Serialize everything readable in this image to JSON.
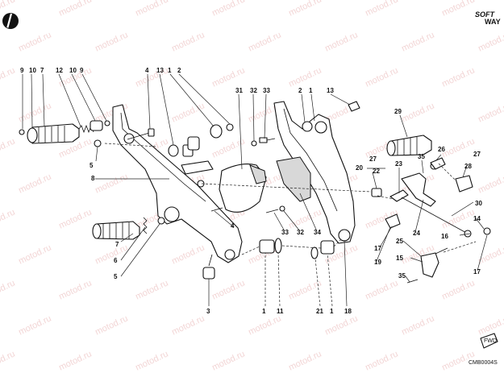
{
  "brand": {
    "top": "SOFT",
    "bottom": "WAY"
  },
  "watermark": "motod.ru",
  "drawing_code": "CMB0004S",
  "fwd_label": "FWD",
  "labels": [
    "9",
    "10",
    "7",
    "12",
    "10",
    "9",
    "4",
    "13",
    "1",
    "2",
    "31",
    "32",
    "33",
    "2",
    "1",
    "13",
    "29",
    "5",
    "8",
    "27",
    "20",
    "22",
    "23",
    "26",
    "35",
    "28",
    "27",
    "30",
    "14",
    "16",
    "4",
    "33",
    "32",
    "34",
    "17",
    "19",
    "25",
    "24",
    "15",
    "17",
    "35",
    "7",
    "6",
    "5",
    "3",
    "1",
    "11",
    "21",
    "1",
    "18"
  ]
}
